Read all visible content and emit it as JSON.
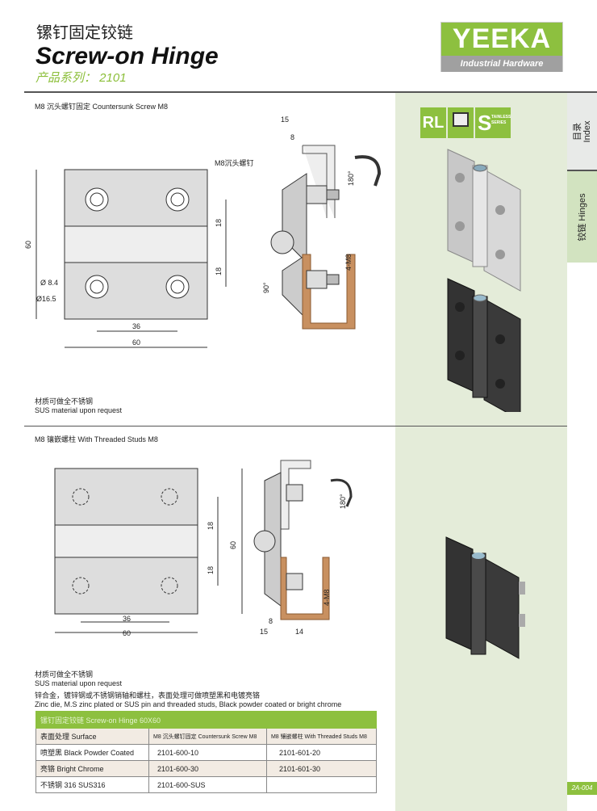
{
  "header": {
    "title_cn": "镙钉固定铰链",
    "title_en": "Screw-on Hinge",
    "series": "产品系列： 2101"
  },
  "logo": {
    "brand": "YEEKA",
    "tagline": "Industrial Hardware"
  },
  "tabs": [
    {
      "cn": "目录",
      "en": "Index"
    },
    {
      "label": "铰链 Hinges"
    }
  ],
  "badges": {
    "rl": "RL",
    "s": "S",
    "stainless": "TAINLESS SERIES"
  },
  "section1": {
    "title": "M8 沉头螺钉固定  Countersunk Screw M8",
    "note_cn": "材质可做全不锈钢",
    "note_en": "SUS material upon request",
    "dims": {
      "d15": "15",
      "d8": "8",
      "screw": "M8沉头螺钉",
      "rot": "180°",
      "h18a": "18",
      "h18b": "18",
      "h60": "60",
      "dia1": "Ø 8.4",
      "dia2": "Ø16.5",
      "w36": "36",
      "w60": "60",
      "m8": "4-M8",
      "ang": "90°"
    }
  },
  "section2": {
    "title": "M8 镶嵌螺柱 With Threaded Studs M8",
    "dims": {
      "rot": "180°",
      "h18a": "18",
      "h18b": "18",
      "h60": "60",
      "w36": "36",
      "w60": "60",
      "d8": "8",
      "d15": "15",
      "d14": "14",
      "m8": "4-M8"
    }
  },
  "notes": {
    "sus_cn": "材质可做全不锈钢",
    "sus_en": "SUS material upon request",
    "material_cn": "锌合金，镀锌钢或不锈钢销轴和螺柱，表面处理可做喷塑黑和电镀亮铬",
    "material_en": "Zinc die, M.S zinc plated or SUS pin and threaded studs, Black powder coated or bright  chrome"
  },
  "table": {
    "title": "镙钉固定铰链  Screw-on Hinge 60X60",
    "headers": [
      "表面处理 Surface",
      "M8 沉头螺钉固定 Countersunk Screw M8",
      "M8 镶嵌螺柱 With Threaded Studs M8"
    ],
    "rows": [
      [
        "喷塑黑 Black Powder Coated",
        "2101-600-10",
        "2101-601-20"
      ],
      [
        "亮铬 Bright Chrome",
        "2101-600-30",
        "2101-601-30"
      ],
      [
        "不锈钢 316 SUS316",
        "2101-600-SUS",
        ""
      ]
    ]
  },
  "page_number": "2A-004",
  "colors": {
    "accent": "#8dc03f",
    "panel": "#e4ecd9"
  }
}
